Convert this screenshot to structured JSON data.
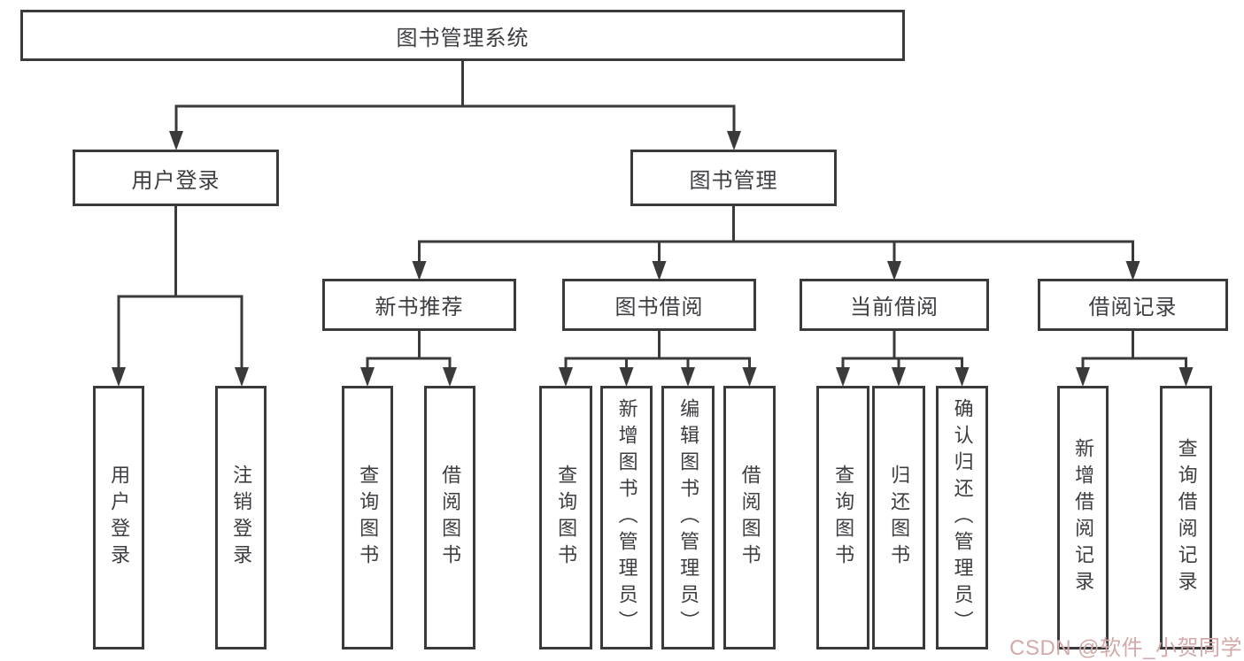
{
  "colors": {
    "line": "#3a3a3a",
    "box_border": "#3a3a3a",
    "box_background": "#ffffff",
    "label_text": "#3d3d42",
    "watermark": "#d4a9a9",
    "background": "#ffffff"
  },
  "tree": {
    "root": {
      "label": "图书管理系统",
      "children": [
        {
          "label": "用户登录",
          "children": [
            {
              "label": "用户登录"
            },
            {
              "label": "注销登录"
            }
          ]
        },
        {
          "label": "图书管理",
          "children": [
            {
              "label": "新书推荐",
              "children": [
                {
                  "label": "查询图书"
                },
                {
                  "label": "借阅图书"
                }
              ]
            },
            {
              "label": "图书借阅",
              "children": [
                {
                  "label": "查询图书"
                },
                {
                  "label": "新增图书（管理员）"
                },
                {
                  "label": "编辑图书（管理员）"
                },
                {
                  "label": "借阅图书"
                }
              ]
            },
            {
              "label": "当前借阅",
              "children": [
                {
                  "label": "查询图书"
                },
                {
                  "label": "归还图书"
                },
                {
                  "label": "确认归还（管理员）"
                }
              ]
            },
            {
              "label": "借阅记录",
              "children": [
                {
                  "label": "新增借阅记录"
                },
                {
                  "label": "查询借阅记录"
                }
              ]
            }
          ]
        }
      ]
    }
  },
  "watermark": {
    "text": "CSDN @软件_小贺同学"
  }
}
